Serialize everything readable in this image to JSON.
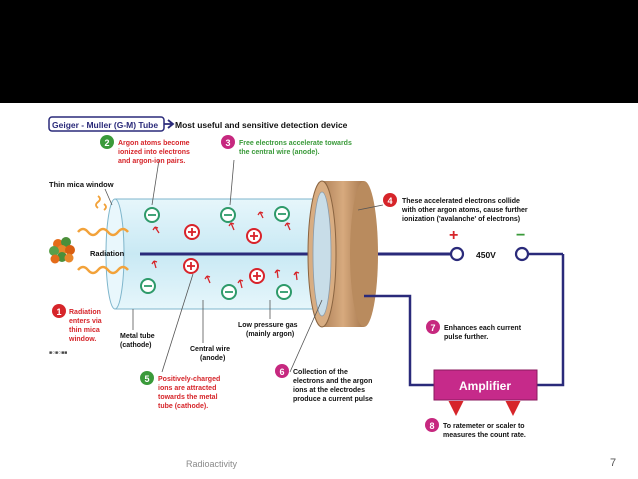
{
  "title": {
    "box": "Geiger - Muller (G-M) Tube",
    "desc": "Most useful and sensitive detection device"
  },
  "labels": {
    "thin_mica_window": "Thin mica window",
    "radiation": "Radiation",
    "metal_tube": [
      "Metal tube",
      "(cathode)"
    ],
    "central_wire": [
      "Central wire",
      "(anode)"
    ],
    "low_pressure_gas": [
      "Low pressure gas",
      "(mainly argon)"
    ],
    "voltage": "450V",
    "plus_sign": "+",
    "minus_sign": "−",
    "amplifier": "Amplifier",
    "small_code": "■○■○■■"
  },
  "steps": [
    {
      "num": "1",
      "lines": [
        "Radiation",
        "enters via",
        "thin mica",
        "window."
      ]
    },
    {
      "num": "2",
      "lines": [
        "Argon atoms become",
        "ionized into electrons",
        "and argon-ion pairs."
      ]
    },
    {
      "num": "3",
      "lines": [
        "Free electrons accelerate towards",
        "the central wire (anode)."
      ]
    },
    {
      "num": "4",
      "lines": [
        "These accelerated electrons collide",
        "with other argon atoms, cause further",
        "ionization ('avalanche' of electrons)"
      ]
    },
    {
      "num": "5",
      "lines": [
        "Positively-charged",
        "ions are attracted",
        "towards the metal",
        "tube (cathode)."
      ]
    },
    {
      "num": "6",
      "lines": [
        "Collection of the",
        "electrons and the argon",
        "ions at the electrodes",
        "produce a current pulse"
      ]
    },
    {
      "num": "7",
      "lines": [
        "Enhances each current",
        "pulse further."
      ]
    },
    {
      "num": "8",
      "lines": [
        "To ratemeter or scaler to",
        "measures the count rate."
      ]
    }
  ],
  "footer": {
    "label": "Radioactivity",
    "page": "7"
  },
  "colors": {
    "header": "#000000",
    "tube_fill": "#d4eef8",
    "end_cap": "#c99a6b",
    "wire": "#2a2a7a",
    "electron": "#2e9a6a",
    "ion": "#d8232a",
    "radiation": "#f2a23a",
    "amplifier": "#c62a8a",
    "step_green": "#3a9a3a",
    "step_pink": "#c6287f",
    "step_red": "#d6252a"
  }
}
